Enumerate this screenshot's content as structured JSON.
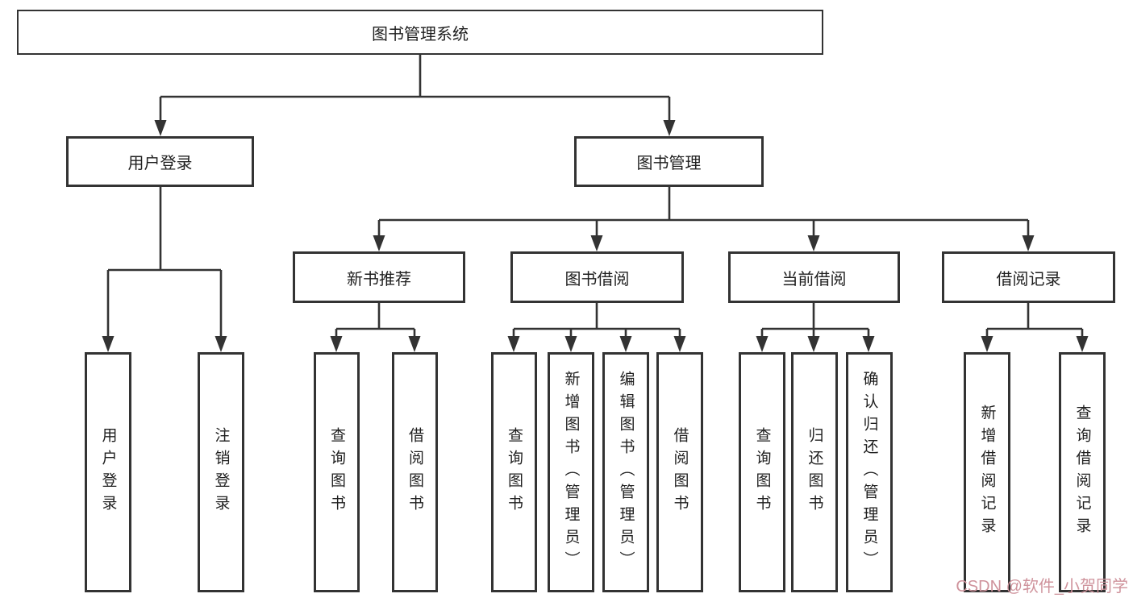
{
  "colors": {
    "line": "#333333",
    "text": "#1f1f1f",
    "watermark": "#cf939c",
    "background": "#ffffff"
  },
  "watermark": {
    "text": "CSDN @软件_小贺同学"
  },
  "tree": {
    "label": "图书管理系统",
    "children": [
      {
        "label": "用户登录",
        "children": [
          {
            "label": "用户登录"
          },
          {
            "label": "注销登录"
          }
        ]
      },
      {
        "label": "图书管理",
        "children": [
          {
            "label": "新书推荐",
            "children": [
              {
                "label": "查询图书"
              },
              {
                "label": "借阅图书"
              }
            ]
          },
          {
            "label": "图书借阅",
            "children": [
              {
                "label": "查询图书"
              },
              {
                "label": "新增图书（管理员）"
              },
              {
                "label": "编辑图书（管理员）"
              },
              {
                "label": "借阅图书"
              }
            ]
          },
          {
            "label": "当前借阅",
            "children": [
              {
                "label": "查询图书"
              },
              {
                "label": "归还图书"
              },
              {
                "label": "确认归还（管理员）"
              }
            ]
          },
          {
            "label": "借阅记录",
            "children": [
              {
                "label": "新增借阅记录"
              },
              {
                "label": "查询借阅记录"
              }
            ]
          }
        ]
      }
    ]
  }
}
